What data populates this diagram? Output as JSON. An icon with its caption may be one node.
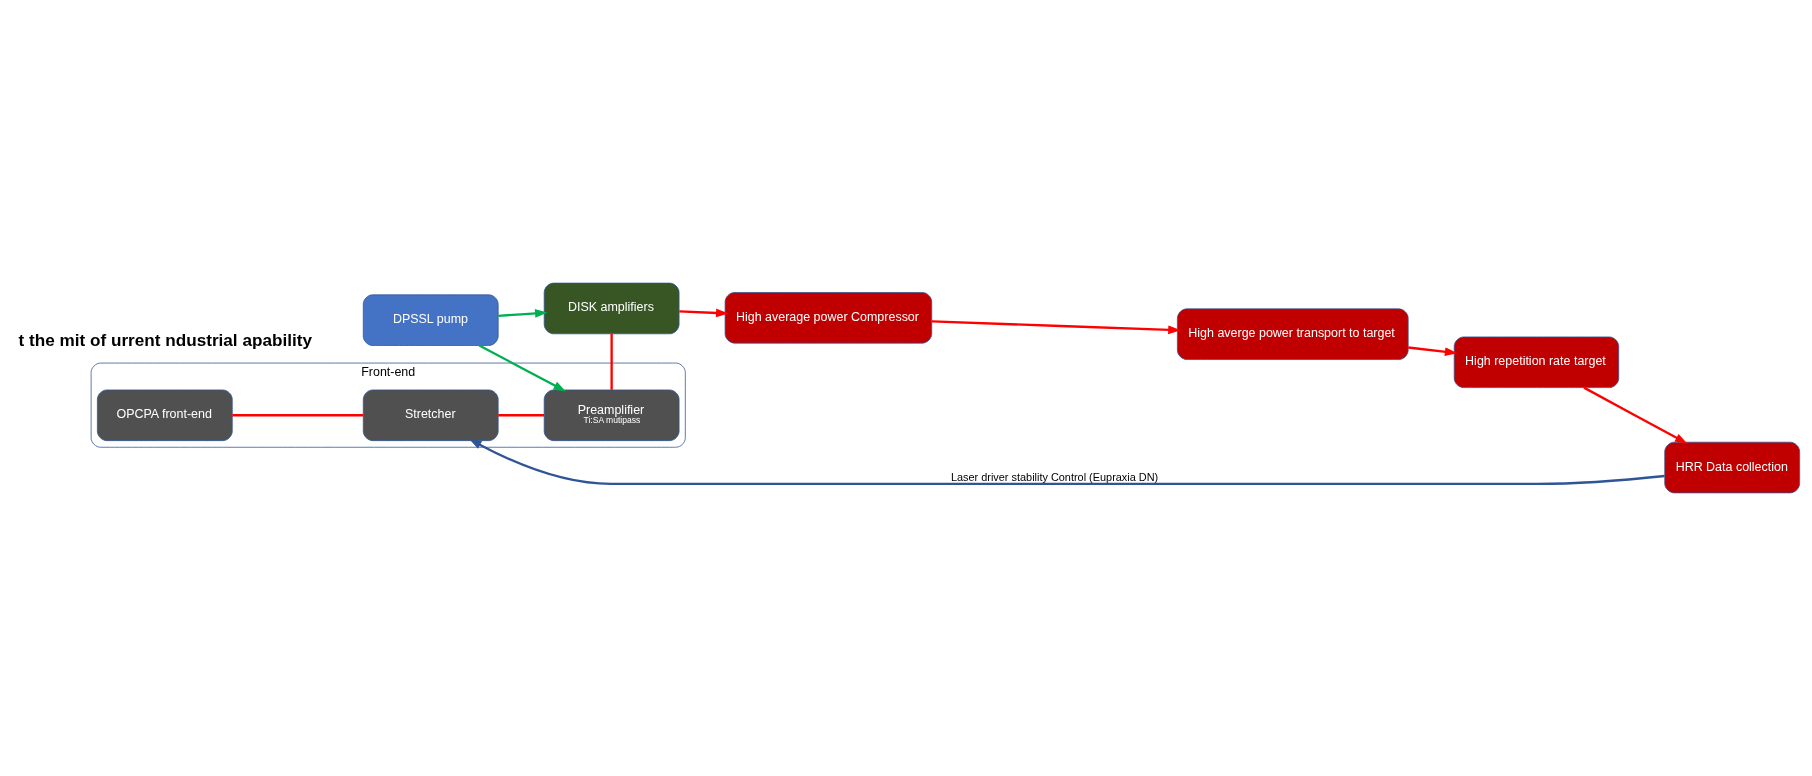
{
  "diagram": {
    "nodes": [
      {
        "text": [
          "HRR Data collection"
        ]
      },
      {
        "text": [
          "High repetition rate target"
        ]
      },
      {
        "text": [
          "High averge power transport to target"
        ]
      },
      {
        "text": [
          "High average power Compressor"
        ]
      },
      {
        "text": [
          "Front-end"
        ]
      },
      {
        "text": [
          "OPCPA front-end"
        ],
        "in": 4
      },
      {
        "text": [
          "Stretcher"
        ],
        "in": 4
      },
      {
        "text": [
          "Preamplifier",
          "Ti:SA mutipass"
        ],
        "in": 4
      },
      {
        "text": [
          "DISK amplifiers"
        ]
      },
      {
        "text": [
          "DPSSL pump"
        ]
      }
    ],
    "edges": [
      {
        "from": 1,
        "to": 0,
        "arrow": "to"
      },
      {
        "from": 2,
        "to": 1,
        "arrow": "to"
      },
      {
        "from": 3,
        "to": 2,
        "arrow": "to"
      },
      {
        "from": 8,
        "to": 3,
        "arrow": "to"
      },
      {
        "from": 5,
        "to": 6,
        "arrow": "none"
      },
      {
        "from": 6,
        "to": 7,
        "arrow": "none"
      },
      {
        "from": 7,
        "to": 8,
        "arrow": "none"
      },
      {
        "from": 9,
        "to": 7,
        "arrow": "to",
        "color": "#00b050"
      },
      {
        "from": 9,
        "to": 8,
        "arrow": "to",
        "color": "#00b050"
      },
      {
        "from": 0,
        "to": 6,
        "arrow": "to",
        "color": "#2f5597",
        "label": "Laser driver stability Control (Eupraxia DN)"
      }
    ],
    "labels": [
      "t the mit of urrent ndustrial apability"
    ]
  }
}
